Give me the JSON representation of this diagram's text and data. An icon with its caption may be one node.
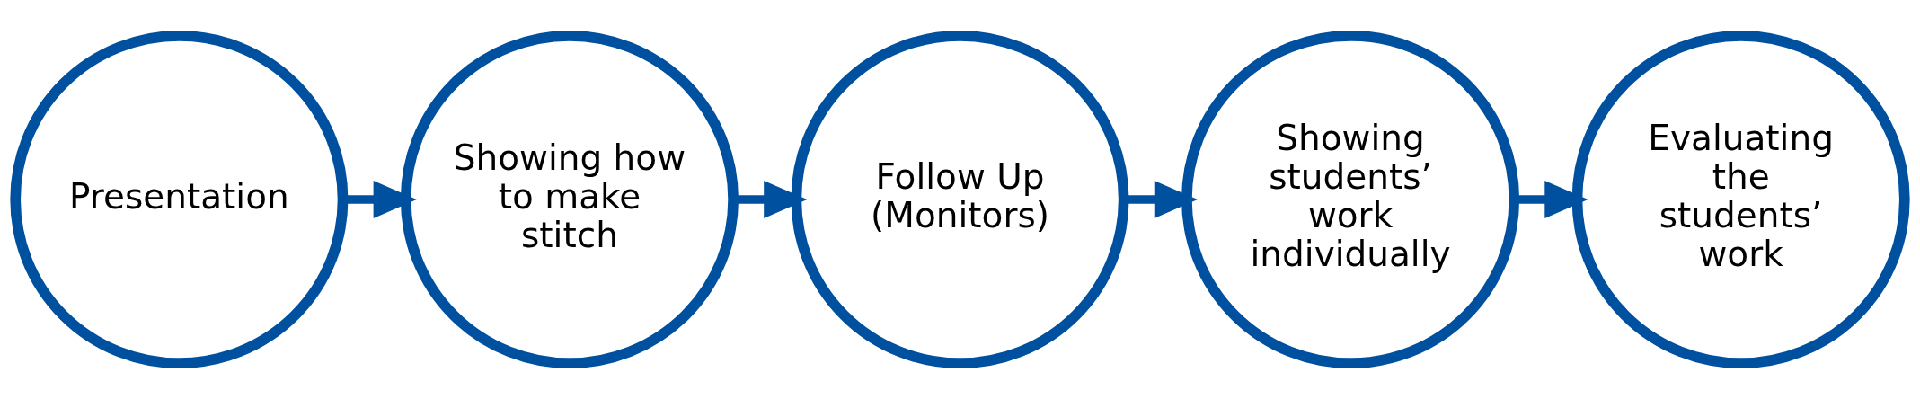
{
  "diagram": {
    "nodes": [
      {
        "text": [
          "Presentation"
        ]
      },
      {
        "text": [
          "Showing how to make stitch"
        ]
      },
      {
        "text": [
          "Follow Up (Monitors)"
        ]
      },
      {
        "text": [
          "Showing students’ work individually"
        ]
      },
      {
        "text": [
          "Evaluating the students’ work"
        ]
      }
    ],
    "edges": [
      {
        "from": 0,
        "to": 1,
        "arrow": "to"
      },
      {
        "from": 1,
        "to": 2,
        "arrow": "to"
      },
      {
        "from": 2,
        "to": 3,
        "arrow": "to"
      },
      {
        "from": 3,
        "to": 4,
        "arrow": "to"
      }
    ]
  }
}
